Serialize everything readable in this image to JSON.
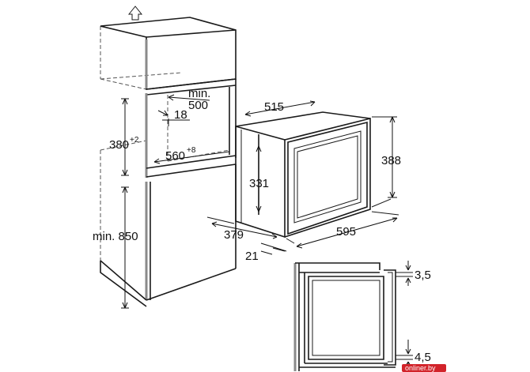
{
  "dimensions": {
    "niche_depth": "min.\n500",
    "niche_depth_line1": "min.",
    "niche_depth_line2": "500",
    "inner_gap": "18",
    "niche_height": "380",
    "niche_height_tol": "+2",
    "niche_width": "560",
    "niche_width_tol": "+8",
    "cabinet_height": "min. 850",
    "oven_depth": "515",
    "oven_front_height": "388",
    "oven_body_height": "331",
    "oven_body_depth": "379",
    "front_overhang": "21",
    "oven_width": "595",
    "top_gap": "3,5",
    "bottom_gap": "4,5"
  },
  "icons": {
    "top_arrow": "up-arrow-outline-icon"
  },
  "watermark": {
    "text": "onliner.by"
  },
  "colors": {
    "line": "#1a1a1a",
    "cabinet_gray": "#8a8a8a",
    "watermark_bg": "#d2232a"
  }
}
